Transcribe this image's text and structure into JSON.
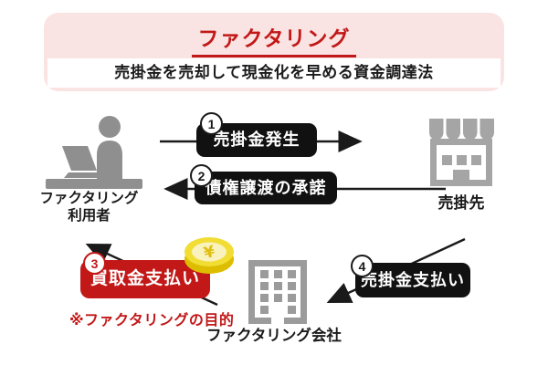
{
  "header": {
    "title": "ファクタリング",
    "subtitle": "売掛金を売却して現金化を早める資金調達法",
    "bg_color": "#fae3e3",
    "accent_color": "#c21818"
  },
  "entities": {
    "user": {
      "label_line1": "ファクタリング",
      "label_line2": "利用者",
      "icon": "person-at-laptop-icon",
      "icon_color": "#8f8f8f"
    },
    "client": {
      "label": "売掛先",
      "icon": "storefront-icon",
      "icon_color": "#a5a5a5"
    },
    "company": {
      "label": "ファクタリング会社",
      "icon": "office-building-icon",
      "icon_color": "#9b9b9b"
    }
  },
  "flows": [
    {
      "glyph": "①",
      "step_number": "1",
      "label": "売掛金発生",
      "from": "ファクタリング利用者",
      "to": "売掛先",
      "color": "#111111"
    },
    {
      "glyph": "②",
      "step_number": "2",
      "label": "債権譲渡の承諾",
      "from": "売掛先",
      "to": "ファクタリング利用者",
      "color": "#111111"
    },
    {
      "glyph": "③",
      "step_number": "3",
      "label": "買取金支払い",
      "from": "ファクタリング会社",
      "to": "ファクタリング利用者",
      "color": "#c21818"
    },
    {
      "glyph": "④",
      "step_number": "4",
      "label": "売掛金支払い",
      "from": "売掛先",
      "to": "ファクタリング会社",
      "color": "#111111"
    }
  ],
  "note": {
    "text": "※ファクタリングの目的",
    "color": "#c21818"
  },
  "icons": {
    "coin": "yen-coin-icon",
    "coin_color": "#eecf00"
  }
}
